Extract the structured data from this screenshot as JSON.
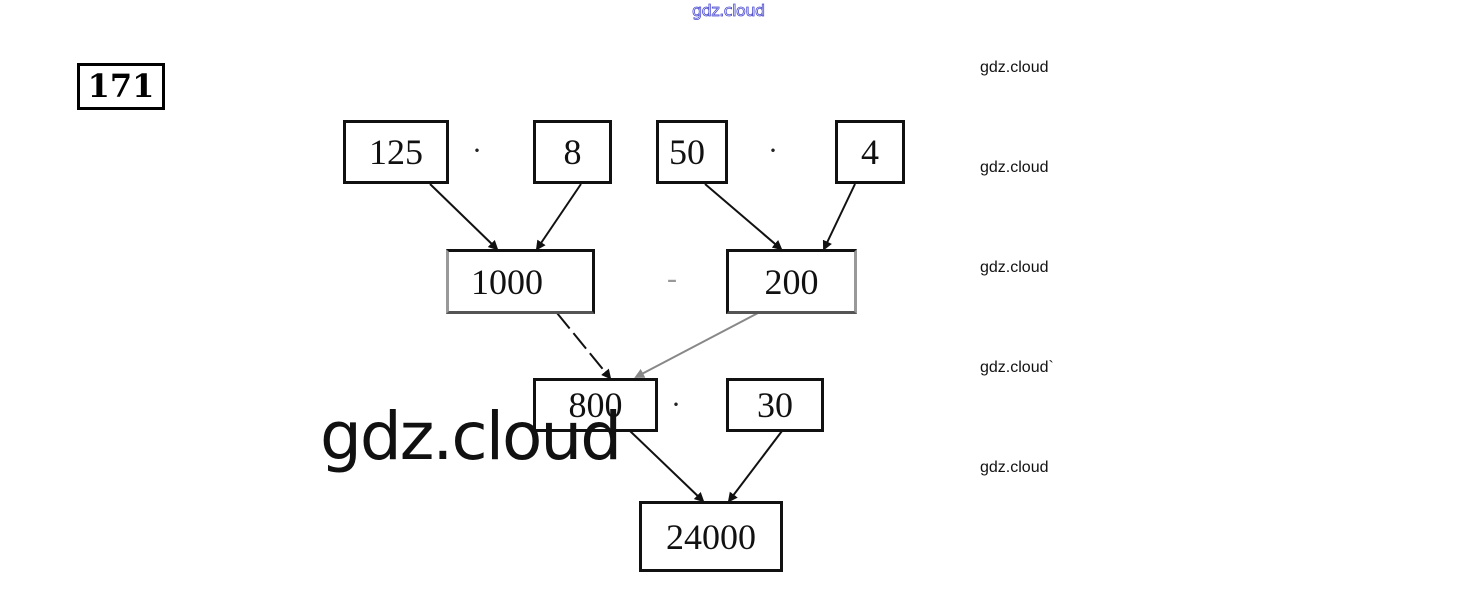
{
  "watermark": {
    "top": "gdz.cloud",
    "big": "gdz.cloud",
    "side": [
      "gdz.cloud",
      "gdz.cloud",
      "gdz.cloud",
      "gdz.cloud`",
      "gdz.cloud"
    ]
  },
  "task": {
    "number": "171"
  },
  "diagram": {
    "row1": {
      "a": "125",
      "op1": "·",
      "b": "8",
      "c": "50",
      "op2": "·",
      "d": "4"
    },
    "row2": {
      "a": "1000",
      "op": "-",
      "b": "200"
    },
    "row3": {
      "a": "800",
      "op": "·",
      "b": "30"
    },
    "result": "24000"
  }
}
